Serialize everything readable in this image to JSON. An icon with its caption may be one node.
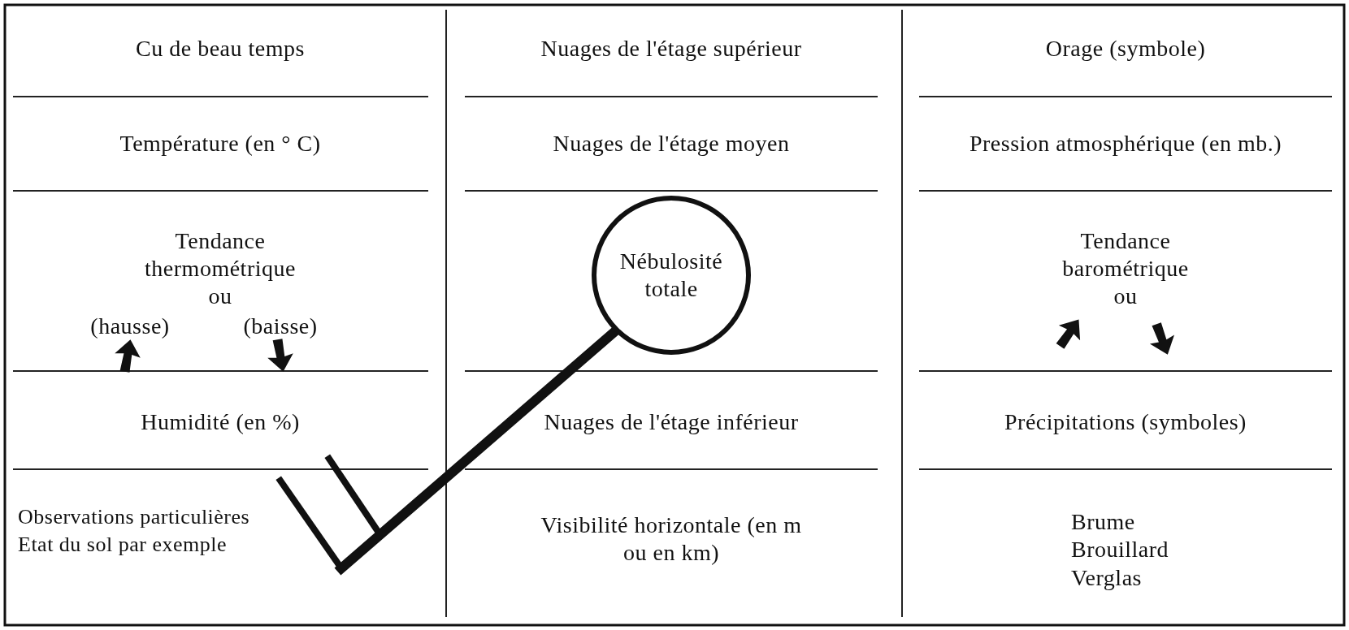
{
  "diagram": {
    "nodes": [
      {
        "text": [
          "Nébulosité totale"
        ]
      }
    ],
    "labels": [
      "Cu de beau temps",
      "Nuages de l'étage supérieur",
      "Orage (symbole)",
      "Température (en ° C)",
      "Nuages de l'étage moyen",
      "Pression atmosphérique (en mb.)",
      "Tendance thermométrique ou",
      "(hausse)",
      "(baisse)",
      "Tendance barométrique ou",
      "Humidité (en %)",
      "Nuages de l'étage inférieur",
      "Précipitations (symboles)",
      "Observations particulières Etat du sol par exemple",
      "Visibilité horizontale (en m ou en km)",
      "Brume",
      "Brouillard",
      "Verglas"
    ]
  }
}
